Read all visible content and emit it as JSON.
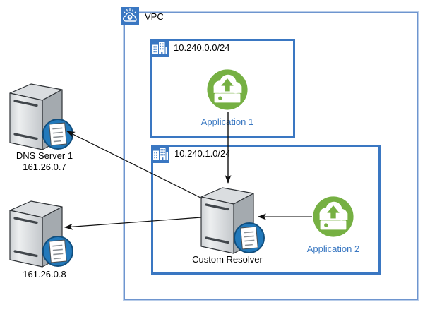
{
  "diagram": {
    "vpc": {
      "label": "VPC"
    },
    "subnet1": {
      "cidr": "10.240.0.0/24"
    },
    "subnet2": {
      "cidr": "10.240.1.0/24"
    },
    "app1": {
      "label": "Application 1"
    },
    "app2": {
      "label": "Application 2"
    },
    "resolver": {
      "label": "Custom Resolver"
    },
    "dns1": {
      "name": "DNS Server 1",
      "ip": "161.26.0.7"
    },
    "dns2": {
      "ip": "161.26.0.8"
    }
  },
  "icons": {
    "vpc": "cloud-security-icon",
    "subnet": "buildings-icon",
    "application": "cloud-upload-icon",
    "server": "server-globe-document-icon"
  },
  "colors": {
    "box-blue": "#3a77c2",
    "vpc-border": "#6e95cf",
    "label-blue": "#3a78c2",
    "app-green": "#76b043",
    "badge-blue": "#2279bb",
    "arrow-black": "#111111",
    "arrow-gray": "#7f7f7f"
  }
}
